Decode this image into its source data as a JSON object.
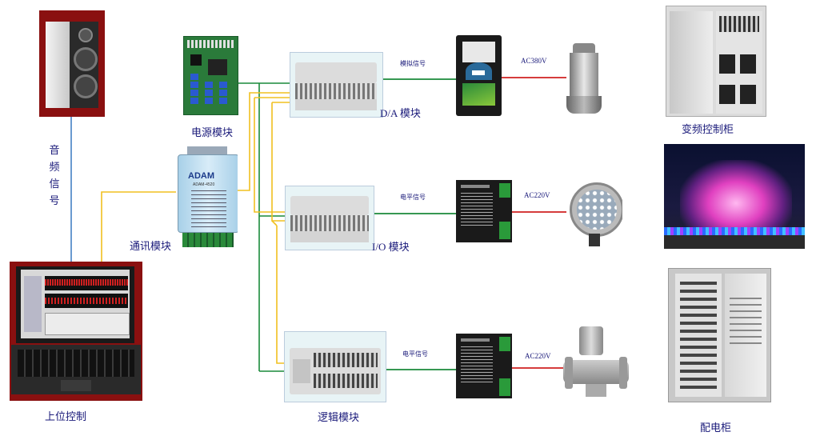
{
  "labels": {
    "audio_signal": "音频信号",
    "power_module": "电源模块",
    "comm_module": "通讯模块",
    "host_control": "上位控制",
    "da_module": "D/A 模块",
    "io_module": "I/O 模块",
    "logic_module": "逻辑模块",
    "vfd_cabinet": "变频控制柜",
    "distribution_cabinet": "配电柜"
  },
  "signals": {
    "analog": "模拟信号",
    "level1": "电平信号",
    "level2": "电平信号"
  },
  "voltages": {
    "v1": "AC380V",
    "v2": "AC220V",
    "v3": "AC220V"
  },
  "device_text": {
    "adam_brand": "ADAM",
    "adam_model": "ADAM-4520"
  },
  "colors": {
    "green_line": "#1a8a3a",
    "yellow_line": "#f0c020",
    "blue_line": "#6a9ad0",
    "red_line": "#d02020",
    "label_text": "#1a1a7a"
  }
}
